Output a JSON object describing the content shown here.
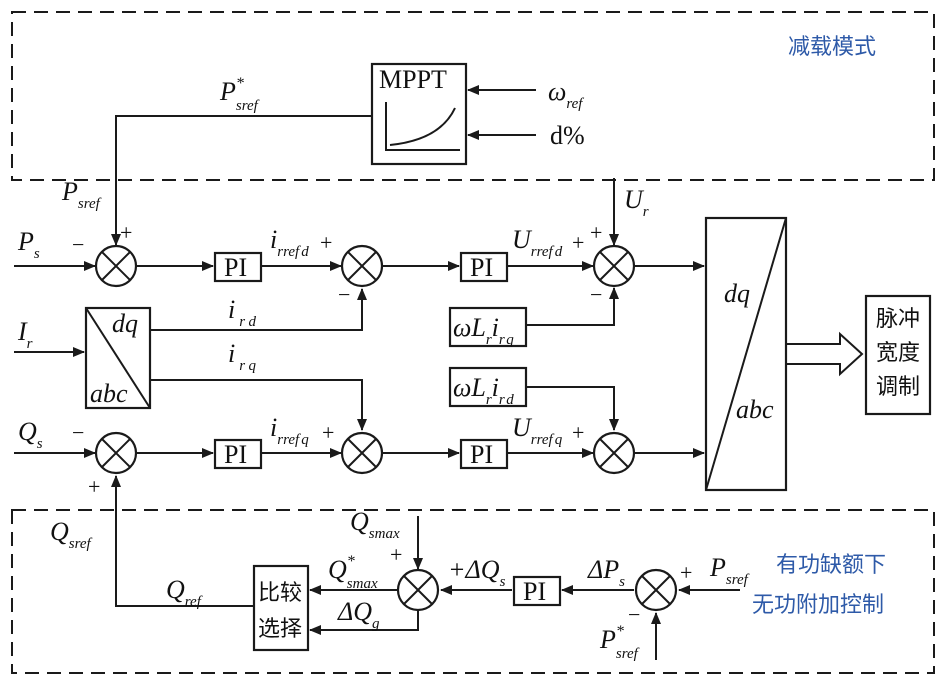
{
  "regions": {
    "derating_mode": "减载模式",
    "reactive_control_line1": "有功缺额下",
    "reactive_control_line2": "无功附加控制"
  },
  "blocks": {
    "mppt": "MPPT",
    "pi": "PI",
    "transform_dq": "dq",
    "transform_abc": "abc",
    "wl_ird": {
      "omega_L": "ωL",
      "i": "i",
      "sub_r": "r",
      "sub_rr": "r r",
      "sub_q": "q"
    },
    "pwm_line1": "脉冲",
    "pwm_line2": "宽度",
    "pwm_line3": "调制",
    "compare_line1": "比较",
    "compare_line2": "选择"
  },
  "signals": {
    "omega_ref": {
      "main": "ω",
      "sub": "ref"
    },
    "d_percent": "d%",
    "p_sref_star": {
      "main": "P",
      "sup": "*",
      "sub": "sref"
    },
    "p_sref": {
      "main": "P",
      "sub": "sref"
    },
    "p_s": {
      "main": "P",
      "sub": "s"
    },
    "i_r": {
      "main": "I",
      "sub": "r"
    },
    "q_s": {
      "main": "Q",
      "sub": "s"
    },
    "u_r": {
      "main": "U",
      "sub": "r"
    },
    "irref_d": {
      "main": "i",
      "sub": "rref",
      "sub2": "d"
    },
    "irref_q": {
      "main": "i",
      "sub": "rref",
      "sub2": "q"
    },
    "urref_d": {
      "main": "U",
      "sub": "rref",
      "sub2": "d"
    },
    "urref_q": {
      "main": "U",
      "sub": "rref",
      "sub2": "q"
    },
    "ird": {
      "main": "i",
      "sub": "r",
      "sub2": "d"
    },
    "irq": {
      "main": "i",
      "sub": "r",
      "sub2": "q"
    },
    "q_sref": {
      "main": "Q",
      "sub": "sref"
    },
    "q_ref": {
      "main": "Q",
      "sub": "ref"
    },
    "q_smax": {
      "main": "Q",
      "sub": "smax"
    },
    "q_smax_star": {
      "main": "Q",
      "sup": "*",
      "sub": "smax"
    },
    "delta_q_s": {
      "main": "+ΔQ",
      "sub": "s"
    },
    "delta_q_g": {
      "main": "ΔQ",
      "sub": "g"
    },
    "delta_p_s": {
      "main": "ΔP",
      "sub": "s"
    },
    "p_sref_right": {
      "main": "P",
      "sub": "sref"
    },
    "p_sref_star_bottom": {
      "main": "P",
      "sup": "*",
      "sub": "sref"
    }
  },
  "signs": {
    "plus": "+",
    "minus": "−"
  }
}
